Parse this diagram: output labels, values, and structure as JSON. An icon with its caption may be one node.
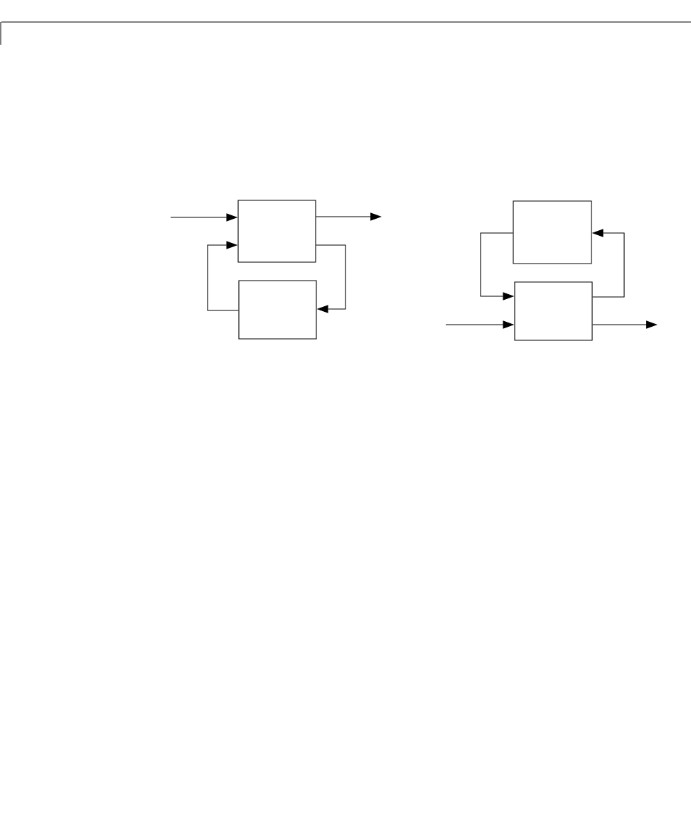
{
  "diagram": {
    "nodes": [
      {
        "text": [],
        "shape": "box"
      },
      {
        "text": [],
        "shape": "box"
      },
      {
        "text": [],
        "shape": "box"
      },
      {
        "text": [],
        "shape": "box"
      }
    ],
    "edges": [
      {
        "from": null,
        "to": 0,
        "arrow": "to"
      },
      {
        "from": 0,
        "to": null,
        "arrow": "to"
      },
      {
        "from": 0,
        "to": 1,
        "arrow": "to"
      },
      {
        "from": 1,
        "to": 0,
        "arrow": "to"
      },
      {
        "from": 2,
        "to": 3,
        "arrow": "to"
      },
      {
        "from": 3,
        "to": 2,
        "arrow": "to"
      },
      {
        "from": null,
        "to": 3,
        "arrow": "to"
      },
      {
        "from": 3,
        "to": null,
        "arrow": "to"
      }
    ]
  }
}
